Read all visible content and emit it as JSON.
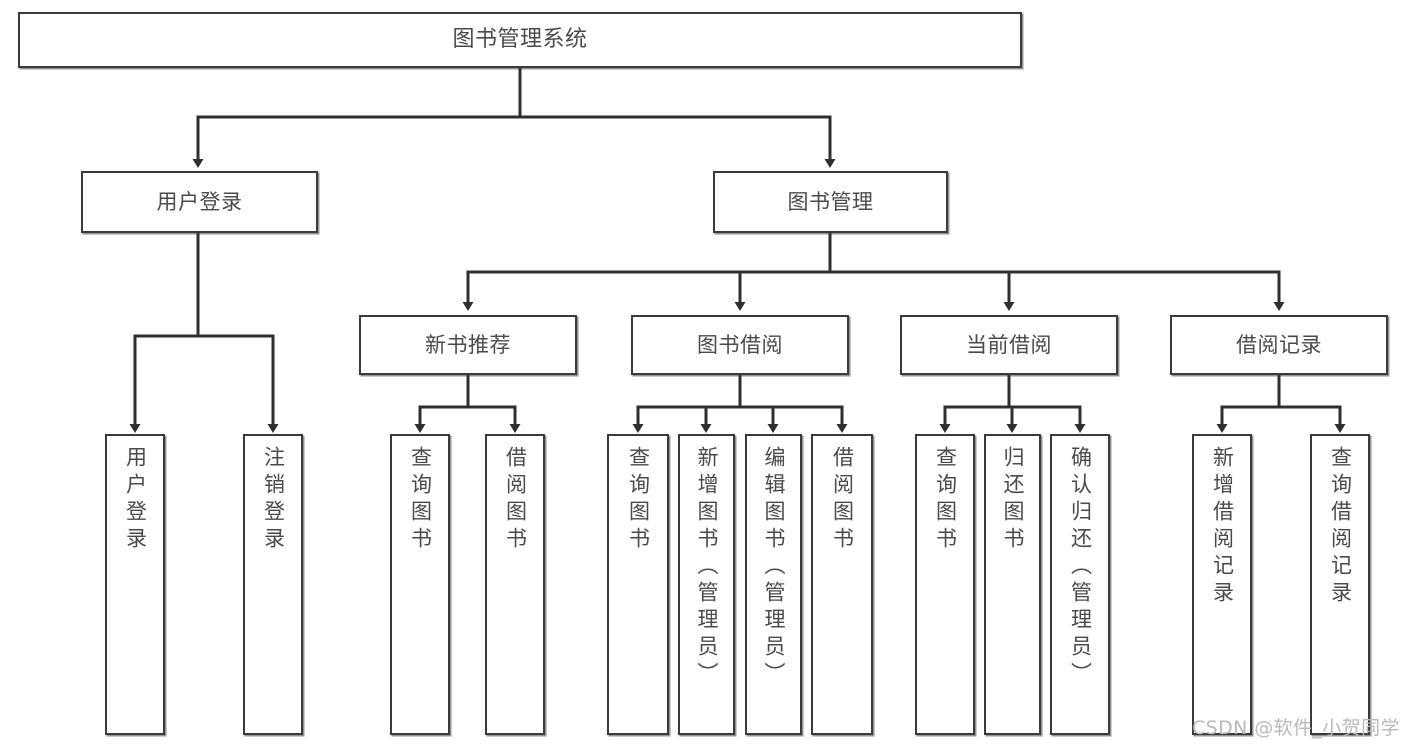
{
  "diagram": {
    "type": "tree-hierarchy",
    "title": "图书管理系统",
    "watermark": "CSDN @软件_小贺同学",
    "colors": {
      "box_border": "#3a3a3a",
      "box_fill": "#ffffff",
      "text": "#4a4a4a",
      "connector": "#2f2f2f",
      "watermark": "#b9b9b9",
      "background": "#ffffff"
    },
    "nodes": {
      "root": {
        "label": "图书管理系统",
        "orientation": "horizontal"
      },
      "level2": [
        {
          "id": "user-login",
          "label": "用户登录",
          "orientation": "horizontal"
        },
        {
          "id": "book-manage",
          "label": "图书管理",
          "orientation": "horizontal"
        }
      ],
      "level3": [
        {
          "id": "new-book-rec",
          "label": "新书推荐",
          "orientation": "horizontal"
        },
        {
          "id": "book-borrow",
          "label": "图书借阅",
          "orientation": "horizontal"
        },
        {
          "id": "current-borrow",
          "label": "当前借阅",
          "orientation": "horizontal"
        },
        {
          "id": "borrow-record",
          "label": "借阅记录",
          "orientation": "horizontal"
        }
      ],
      "leaves": {
        "user_login": [
          {
            "id": "leaf-user-login",
            "label": "用户登录",
            "orientation": "vertical"
          },
          {
            "id": "leaf-logout",
            "label": "注销登录",
            "orientation": "vertical"
          }
        ],
        "new_book_rec": [
          {
            "id": "leaf-query-book-1",
            "label": "查询图书",
            "orientation": "vertical"
          },
          {
            "id": "leaf-borrow-book-1",
            "label": "借阅图书",
            "orientation": "vertical"
          }
        ],
        "book_borrow": [
          {
            "id": "leaf-query-book-2",
            "label": "查询图书",
            "orientation": "vertical"
          },
          {
            "id": "leaf-add-book",
            "label": "新增图书（管理员）",
            "orientation": "vertical"
          },
          {
            "id": "leaf-edit-book",
            "label": "编辑图书（管理员）",
            "orientation": "vertical"
          },
          {
            "id": "leaf-borrow-book-2",
            "label": "借阅图书",
            "orientation": "vertical"
          }
        ],
        "current_borrow": [
          {
            "id": "leaf-query-book-3",
            "label": "查询图书",
            "orientation": "vertical"
          },
          {
            "id": "leaf-return-book",
            "label": "归还图书",
            "orientation": "vertical"
          },
          {
            "id": "leaf-confirm-return",
            "label": "确认归还（管理员）",
            "orientation": "vertical"
          }
        ],
        "borrow_record": [
          {
            "id": "leaf-add-record",
            "label": "新增借阅记录",
            "orientation": "vertical"
          },
          {
            "id": "leaf-query-record",
            "label": "查询借阅记录",
            "orientation": "vertical"
          }
        ]
      }
    }
  }
}
